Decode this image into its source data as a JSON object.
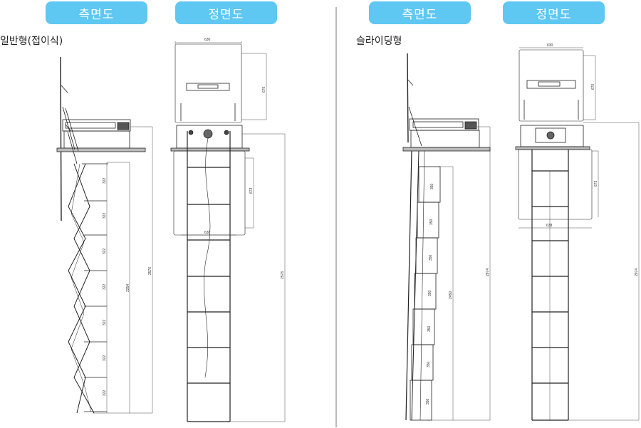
{
  "headers": {
    "side_left": "측면도",
    "front_left": "정면도",
    "side_right": "측면도",
    "front_right": "정면도"
  },
  "captions": {
    "left": "일반형(접이식)",
    "right": "슬라이딩형"
  },
  "dims_left": {
    "front_width": "630",
    "cover_height": "670",
    "side_height": "673",
    "opening_width": "638",
    "total_height": "2576",
    "ladder_length": "2254",
    "step": "322"
  },
  "dims_right": {
    "front_width": "630",
    "cover_height": "670",
    "side_height": "673",
    "opening_width": "638",
    "total_height": "2974",
    "ladder_length": "2450",
    "step": "350"
  }
}
